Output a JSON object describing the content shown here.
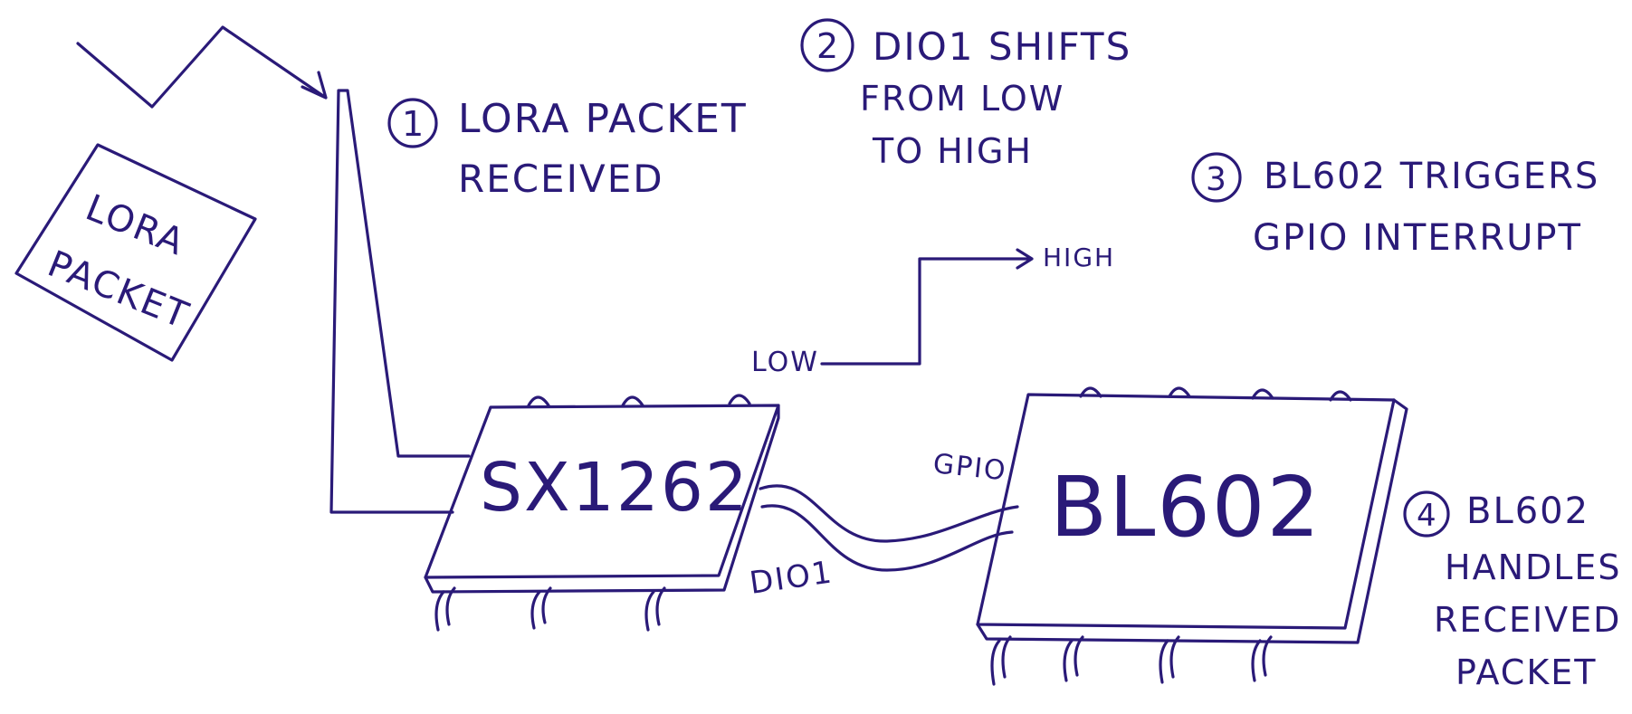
{
  "packet_label": [
    "LORA",
    "PACKET"
  ],
  "chips": {
    "sx1262": "SX1262",
    "bl602": "BL602"
  },
  "pins": {
    "dio1": "DIO1",
    "gpio": "GPIO"
  },
  "signal": {
    "low": "LOW",
    "high": "HIGH"
  },
  "steps": [
    {
      "number": "1",
      "lines": [
        "LORA PACKET",
        "RECEIVED"
      ]
    },
    {
      "number": "2",
      "lines": [
        "DIO1 SHIFTS",
        "FROM LOW",
        "TO HIGH"
      ]
    },
    {
      "number": "3",
      "lines": [
        "BL602 TRIGGERS",
        "GPIO INTERRUPT"
      ]
    },
    {
      "number": "4",
      "lines": [
        "BL602",
        "HANDLES",
        "RECEIVED",
        "PACKET"
      ]
    }
  ],
  "ink_color": "#2a1a78"
}
